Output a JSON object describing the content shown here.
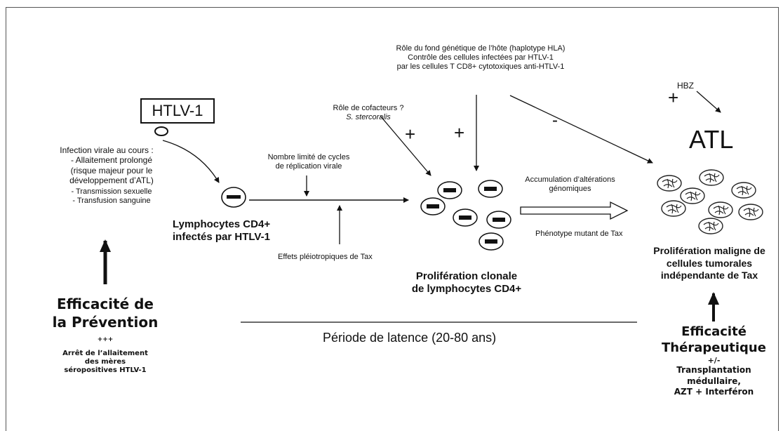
{
  "virus_box": "HTLV-1",
  "infection": {
    "title": "Infection virale au cours :",
    "items": [
      "- Allaitement prolongé",
      "(risque majeur pour le",
      "développement d’ATL)",
      "- Transmission sexuelle",
      "- Transfusion sanguine"
    ]
  },
  "cd4_infected": [
    "Lymphocytes CD4+",
    "infectés par HTLV-1"
  ],
  "replication": [
    "Nombre limité de cycles",
    "de réplication virale"
  ],
  "tax_effects": "Effets pléiotropiques de Tax",
  "cofactors": {
    "line1": "Rôle de cofacteurs ?",
    "line2": "S. stercoralis"
  },
  "host": [
    "Rôle du fond génétique de l’hôte (haplotype HLA)",
    "Contrôle des cellules infectées par HTLV-1",
    "par les cellules T CD8+ cytotoxiques anti-HTLV-1"
  ],
  "hbz": "HBZ",
  "signs": {
    "plus_a": "+",
    "plus_b": "+",
    "minus": "-",
    "plus_hbz": "+"
  },
  "atl": "ATL",
  "genomic": [
    "Accumulation d’altérations",
    "génomiques"
  ],
  "tax_mutant": "Phénotype mutant de Tax",
  "clonal": [
    "Prolifération clonale",
    "de lymphocytes CD4+"
  ],
  "malignant": [
    "Prolifération maligne de",
    "cellules tumorales",
    "indépendante de Tax"
  ],
  "latency": "Période de latence (20-80 ans)",
  "prevention": {
    "title1": "Efficacité de",
    "title2": "la Prévention",
    "mark": "+++",
    "lines": [
      "Arrêt de l’allaitement",
      "des mères",
      "séropositives HTLV-1"
    ]
  },
  "therapy": {
    "title1": "Efficacité",
    "title2": "Thérapeutique",
    "mark": "+/-",
    "lines": [
      "Transplantation",
      "médullaire,",
      "AZT + Interféron"
    ]
  }
}
